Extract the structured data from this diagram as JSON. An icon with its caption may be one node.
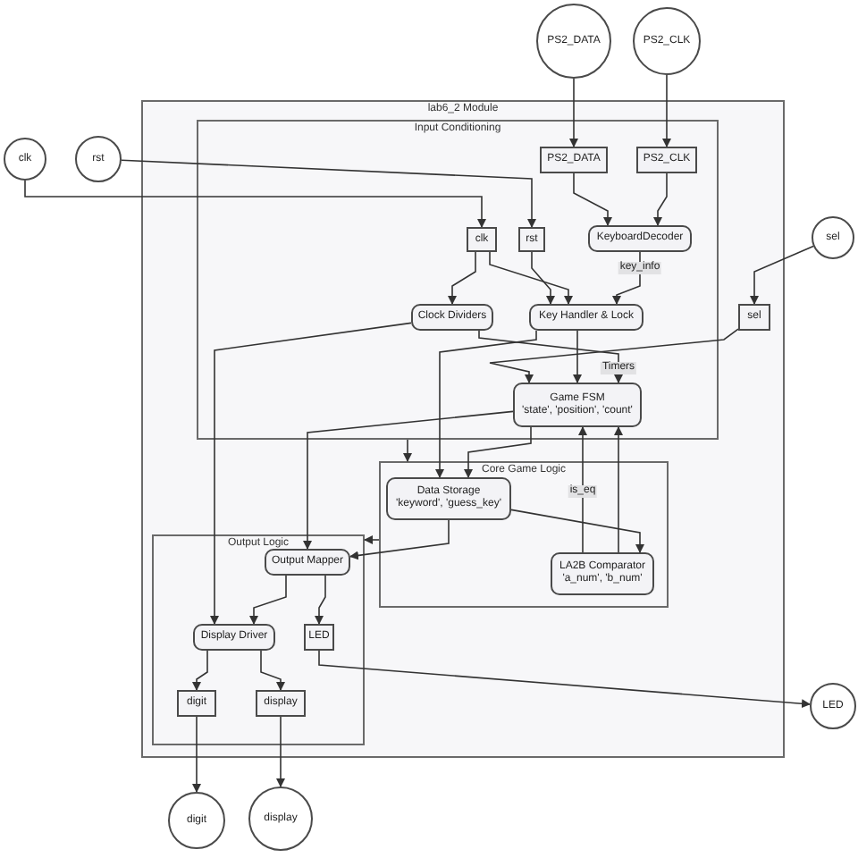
{
  "diagram": {
    "nodes": [
      {
        "text": [
          "clk"
        ]
      },
      {
        "text": [
          "rst"
        ]
      },
      {
        "text": [
          "PS2_DATA"
        ]
      },
      {
        "text": [
          "PS2_CLK"
        ]
      },
      {
        "text": [
          "sel"
        ]
      },
      {
        "text": [
          "lab6_2 Module"
        ]
      },
      {
        "text": [
          "Input Conditioning"
        ],
        "in": 5
      },
      {
        "text": [
          "PS2_DATA"
        ],
        "in": 6
      },
      {
        "text": [
          "PS2_CLK"
        ],
        "in": 6
      },
      {
        "text": [
          "clk"
        ],
        "in": 6
      },
      {
        "text": [
          "rst"
        ],
        "in": 6
      },
      {
        "text": [
          "KeyboardDecoder"
        ],
        "in": 6
      },
      {
        "text": [
          "Clock Dividers"
        ],
        "in": 6
      },
      {
        "text": [
          "Key Handler & Lock"
        ],
        "in": 6
      },
      {
        "text": [
          "sel"
        ],
        "in": 5
      },
      {
        "text": [
          "Game FSM",
          "'state', 'position', 'count'"
        ],
        "in": 6
      },
      {
        "text": [
          "Core Game Logic"
        ],
        "in": 5
      },
      {
        "text": [
          "Data Storage",
          "'keyword', 'guess_key'"
        ],
        "in": 16
      },
      {
        "text": [
          "LA2B Comparator",
          "'a_num', 'b_num'"
        ],
        "in": 16
      },
      {
        "text": [
          "Output Logic"
        ],
        "in": 5
      },
      {
        "text": [
          "Output Mapper"
        ],
        "in": 19
      },
      {
        "text": [
          "Display Driver"
        ],
        "in": 19
      },
      {
        "text": [
          "LED"
        ],
        "in": 19
      },
      {
        "text": [
          "digit"
        ],
        "in": 19
      },
      {
        "text": [
          "display"
        ],
        "in": 19
      },
      {
        "text": [
          "LED"
        ]
      },
      {
        "text": [
          "digit"
        ]
      },
      {
        "text": [
          "display"
        ]
      }
    ],
    "edges": [
      {
        "from": 2,
        "to": 7,
        "arrow": "to"
      },
      {
        "from": 3,
        "to": 8,
        "arrow": "to"
      },
      {
        "from": 0,
        "to": 9,
        "arrow": "to"
      },
      {
        "from": 1,
        "to": 10,
        "arrow": "to"
      },
      {
        "from": 4,
        "to": 14,
        "arrow": "to"
      },
      {
        "from": 7,
        "to": 11,
        "arrow": "to"
      },
      {
        "from": 8,
        "to": 11,
        "arrow": "to"
      },
      {
        "from": 9,
        "to": 12,
        "arrow": "to"
      },
      {
        "from": 9,
        "to": 13,
        "arrow": "to"
      },
      {
        "from": 10,
        "to": 13,
        "arrow": "to"
      },
      {
        "from": 11,
        "to": 13,
        "arrow": "to",
        "label": "key_info"
      },
      {
        "from": 12,
        "to": 15,
        "arrow": "to",
        "label": "Timers"
      },
      {
        "from": 13,
        "to": 15,
        "arrow": "to"
      },
      {
        "from": 14,
        "to": 15,
        "arrow": "to"
      },
      {
        "from": 13,
        "to": 17,
        "arrow": "to"
      },
      {
        "from": 15,
        "to": 17,
        "arrow": "to"
      },
      {
        "from": 15,
        "to": 20,
        "arrow": "to"
      },
      {
        "from": 12,
        "to": 21,
        "arrow": "to"
      },
      {
        "from": 6,
        "to": 16,
        "arrow": "to"
      },
      {
        "from": 17,
        "to": 18,
        "arrow": "to"
      },
      {
        "from": 18,
        "to": 15,
        "arrow": "to",
        "label": "is_eq"
      },
      {
        "from": 18,
        "to": 15,
        "arrow": "to"
      },
      {
        "from": 17,
        "to": 20,
        "arrow": "to"
      },
      {
        "from": 16,
        "to": 19,
        "arrow": "to"
      },
      {
        "from": 20,
        "to": 21,
        "arrow": "to"
      },
      {
        "from": 20,
        "to": 22,
        "arrow": "to"
      },
      {
        "from": 21,
        "to": 23,
        "arrow": "to"
      },
      {
        "from": 21,
        "to": 24,
        "arrow": "to"
      },
      {
        "from": 23,
        "to": 26,
        "arrow": "to"
      },
      {
        "from": 24,
        "to": 27,
        "arrow": "to"
      },
      {
        "from": 22,
        "to": 25,
        "arrow": "to"
      }
    ]
  }
}
